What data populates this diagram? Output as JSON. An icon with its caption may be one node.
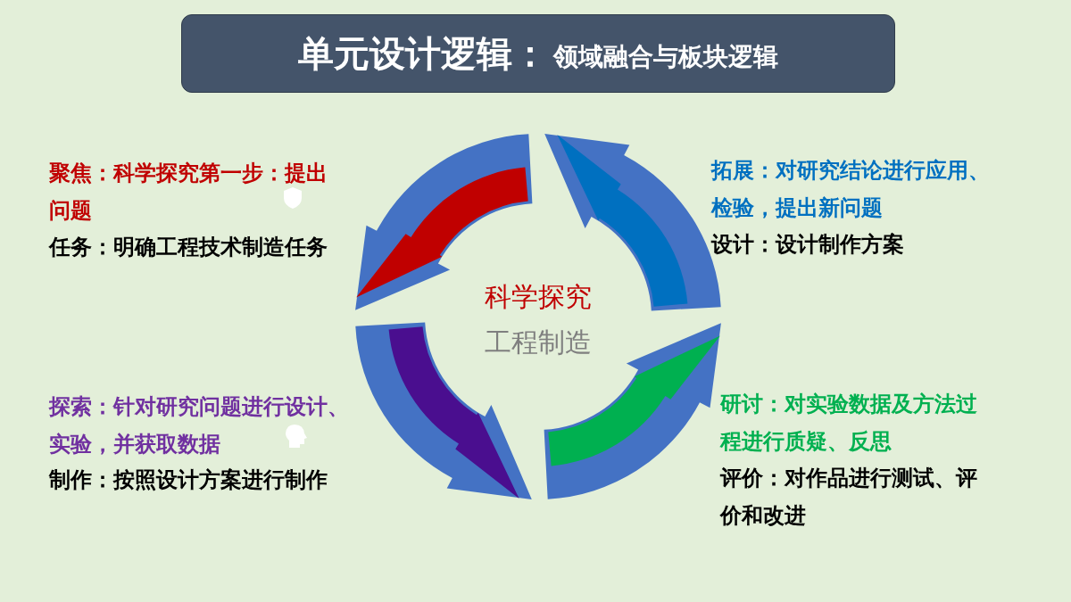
{
  "diagram": {
    "nodes": [
      {
        "text": [
          "单元设计逻辑：",
          "领域融合与板块逻辑"
        ]
      }
    ],
    "labels": [
      "聚焦：科学探究第一步：提出问题",
      "任务：明确工程技术制造任务",
      "拓展：对研究结论进行应用、检验，提出新问题",
      "设计：设计制作方案",
      "科学探究",
      "工程制造",
      "探索：针对研究问题进行设计、实验，并获取数据",
      "制作：按照设计方案进行制作",
      "研讨：对实验数据及方法过程进行质疑、反思",
      "评价：对作品进行测试、评价和改进"
    ]
  }
}
